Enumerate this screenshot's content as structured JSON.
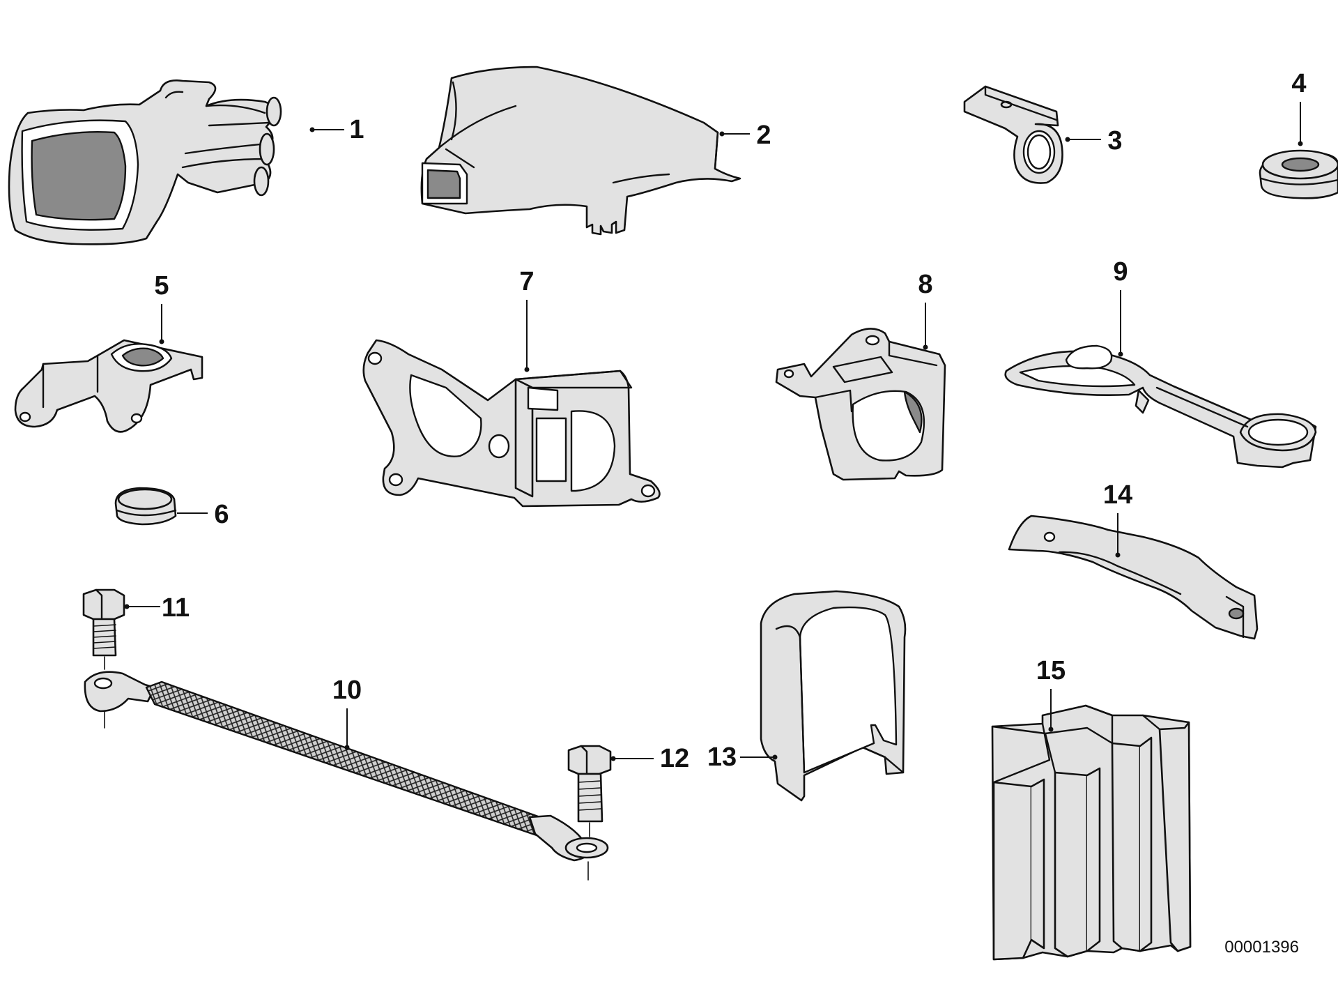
{
  "callouts": {
    "c1": "1",
    "c2": "2",
    "c3": "3",
    "c4": "4",
    "c5": "5",
    "c6": "6",
    "c7": "7",
    "c8": "8",
    "c9": "9",
    "c10": "10",
    "c11": "11",
    "c12": "12",
    "c13": "13",
    "c14": "14",
    "c15": "15"
  },
  "reference_number": "00001396"
}
